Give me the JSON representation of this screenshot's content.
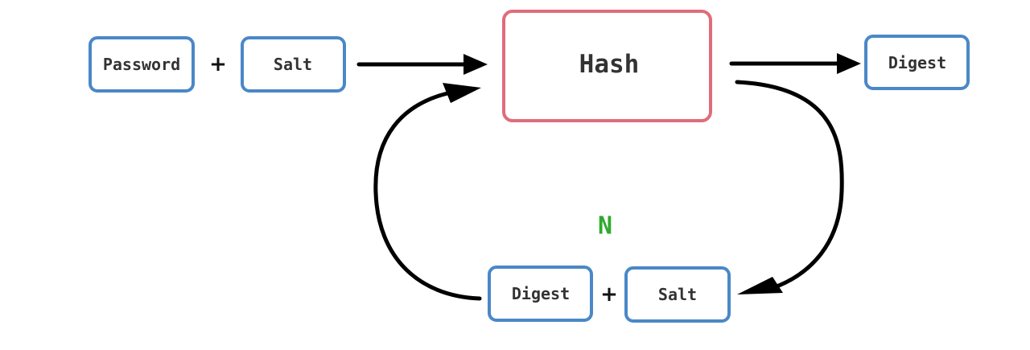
{
  "nodes": {
    "password": "Password",
    "salt_top": "Salt",
    "hash": "Hash",
    "digest_out": "Digest",
    "digest_loop": "Digest",
    "salt_loop": "Salt"
  },
  "operators": {
    "plus_top": "+",
    "plus_bottom": "+"
  },
  "loop_label": "N",
  "colors": {
    "input_box": "#4a88c7",
    "hash_box": "#e06c7a",
    "loop_label": "#2eaa2e",
    "arrow": "#000000"
  }
}
